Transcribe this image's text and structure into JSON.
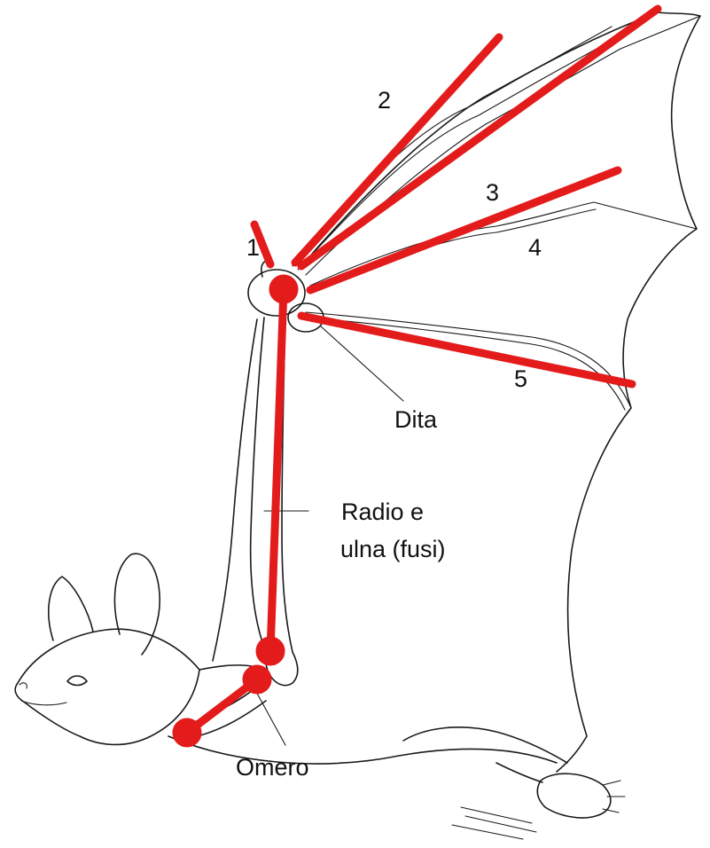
{
  "labels": {
    "digit_1": "1",
    "digit_2": "2",
    "digit_3": "3",
    "digit_4": "4",
    "digit_5": "5",
    "dita": "Dita",
    "radio_line1": "Radio e",
    "radio_line2": "ulna (fusi)",
    "omero": "Omero"
  },
  "colors": {
    "bone_overlay": "#e31b1b",
    "sketch": "#1a1a1a",
    "background": "#ffffff"
  }
}
